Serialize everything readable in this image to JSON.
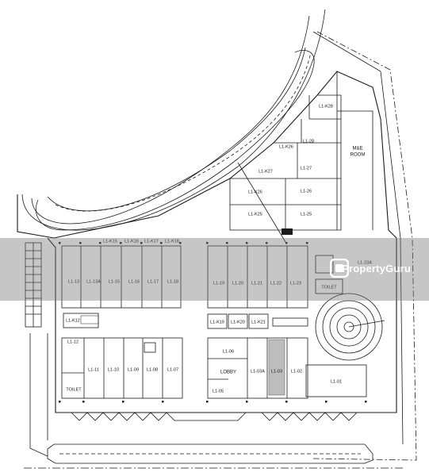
{
  "labels": {
    "kiosks": [
      "L1-K15",
      "L1-K16",
      "L1-K17",
      "L1-K18",
      "L1-K12",
      "L1-K19",
      "L1-K20",
      "L1-K21",
      "L1-K25",
      "L1-K26",
      "L1-K27",
      "L1-K28"
    ],
    "kiosk_top_right": "L1-K28",
    "kiosk_k26_right": "L1-K26",
    "left_row": [
      "L1-13",
      "L1-13A",
      "L1-15",
      "L1-16",
      "L1-17",
      "L1-18"
    ],
    "mid_row": [
      "L1-19",
      "L1-20",
      "L1-21",
      "L1-22",
      "L1-23"
    ],
    "bottom_left": [
      "L1-12",
      "L1-11",
      "L1-10",
      "L1-09",
      "L1-08",
      "L1-07"
    ],
    "bottom_mid": [
      "L1-06",
      "L1-05",
      "L1-03A",
      "L1-03",
      "L1-02"
    ],
    "right_units": [
      "L1-28",
      "L1-27",
      "L1-26",
      "L1-25"
    ],
    "right_extra": [
      "L1-23A",
      "L1-01"
    ],
    "toilet": "TOILET",
    "toilet_left": "TOILET",
    "lobby": "LOBBY",
    "me_room": [
      "M&E",
      "ROOM"
    ]
  },
  "watermark": {
    "text": "PropertyGuru",
    "color": "#ffffff"
  }
}
